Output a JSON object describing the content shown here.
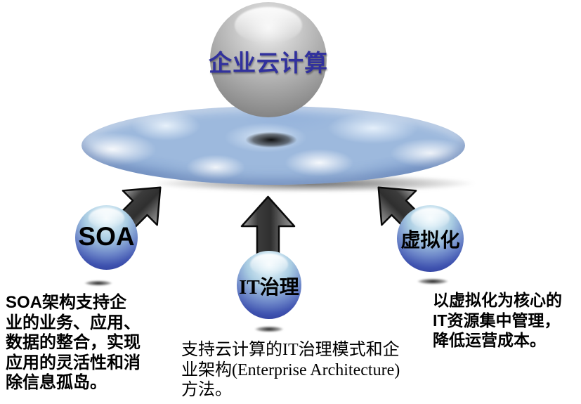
{
  "diagram": {
    "title": "企业云计算",
    "nodes": [
      {
        "id": "soa",
        "label": "SOA",
        "desc_lines": [
          "SOA架构支持企",
          "业的业务、应用、",
          "数据的整合，实现",
          "应用的灵活性和消",
          "除信息孤岛。"
        ]
      },
      {
        "id": "it-governance",
        "label": "IT治理",
        "desc_lines": [
          "支持云计算的IT治理模式和企",
          "业架构(Enterprise Architecture)",
          "方法。"
        ]
      },
      {
        "id": "virtualization",
        "label": "虚拟化",
        "desc_lines": [
          "以虚拟化为核心的",
          "IT资源集中管理，",
          "降低运营成本。"
        ]
      }
    ],
    "colors": {
      "title_text": "#31319d",
      "label_text": "#000000",
      "body_text": "#000000",
      "top_sphere_gray": "#b2b2b2",
      "node_sphere_highlight": "#f0f9fd",
      "node_sphere_deep_blue": "#2b3897",
      "arrow_dark": "#2f2f2f",
      "arrow_light": "#a8a8a8",
      "platform_blue": "#9db9dd"
    }
  }
}
